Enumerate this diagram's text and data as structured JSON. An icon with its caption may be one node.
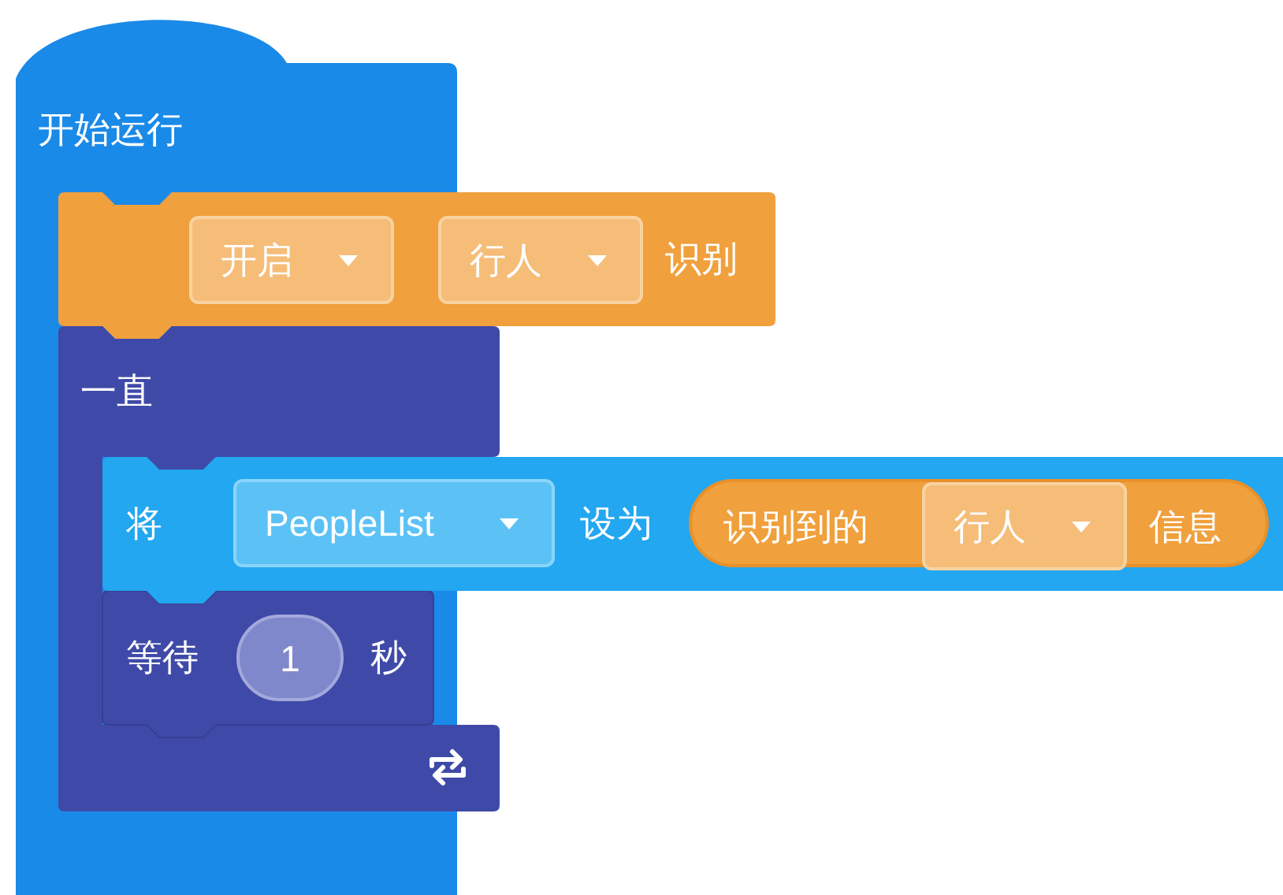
{
  "diagram": {
    "nodes": [
      {
        "text": [
          "开始运行"
        ]
      },
      {
        "text": [
          "识别"
        ]
      },
      {
        "text": [
          "开启"
        ]
      },
      {
        "text": [
          "行人"
        ],
        "in": 1
      },
      {
        "text": [
          "一直"
        ]
      },
      {
        "text": [
          "将",
          "设为"
        ]
      },
      {
        "text": [
          "PeopleList"
        ],
        "in": 5
      },
      {
        "text": [
          "识别到的",
          "信息"
        ],
        "in": 5
      },
      {
        "text": [
          "行人"
        ],
        "in": 7
      },
      {
        "text": [
          "等待",
          "秒"
        ],
        "in": 4
      },
      {
        "text": [
          "1"
        ],
        "in": 9
      }
    ]
  }
}
